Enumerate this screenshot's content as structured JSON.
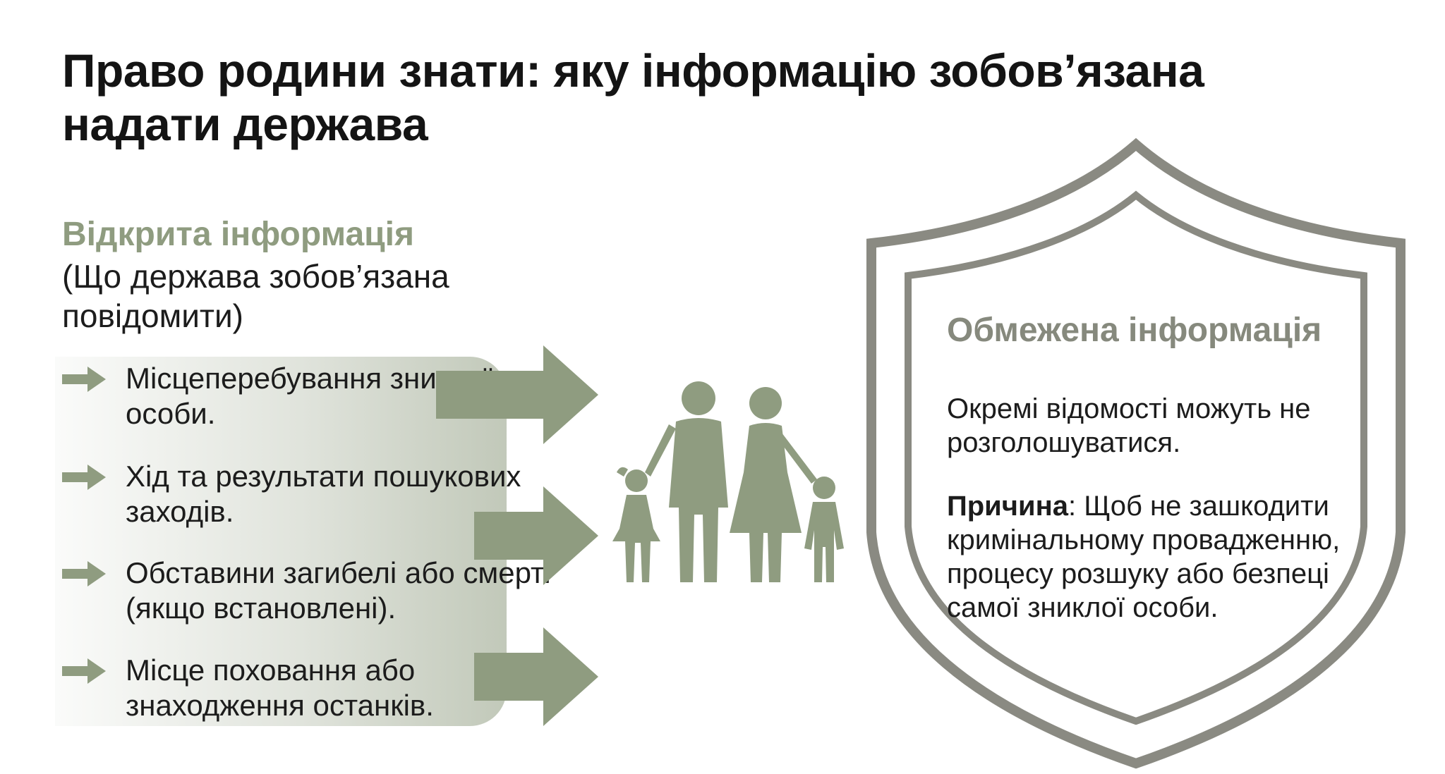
{
  "title": "Право родини знати: яку інформацію зобов’язана надати держава",
  "open_info": {
    "heading": "Відкрита інформація",
    "subheading": "(Що держава зобов’язана повідомити)",
    "items": [
      "Місцеперебування зниклої особи.",
      "Хід та результати пошукових заходів.",
      "Обставини загибелі або смерті (якщо встановлені).",
      "Місце поховання або знаходження останків."
    ]
  },
  "restricted_info": {
    "heading": "Обмежена інформація",
    "body": "Окремі відомості можуть не розголошуватися.",
    "reason_label": "Причина",
    "reason_text": ": Щоб не зашкодити кримінальному провадженню, процесу розшуку або безпеці самої зниклої особи."
  },
  "icons": [
    "arrow-bullet-icon",
    "large-arrow-icon",
    "family-icon",
    "shield-icon"
  ],
  "colors": {
    "accent_green": "#8f9c80",
    "shield_gray": "#8a8a82",
    "heading_gray": "#86897d",
    "text": "#1c1c1c"
  }
}
